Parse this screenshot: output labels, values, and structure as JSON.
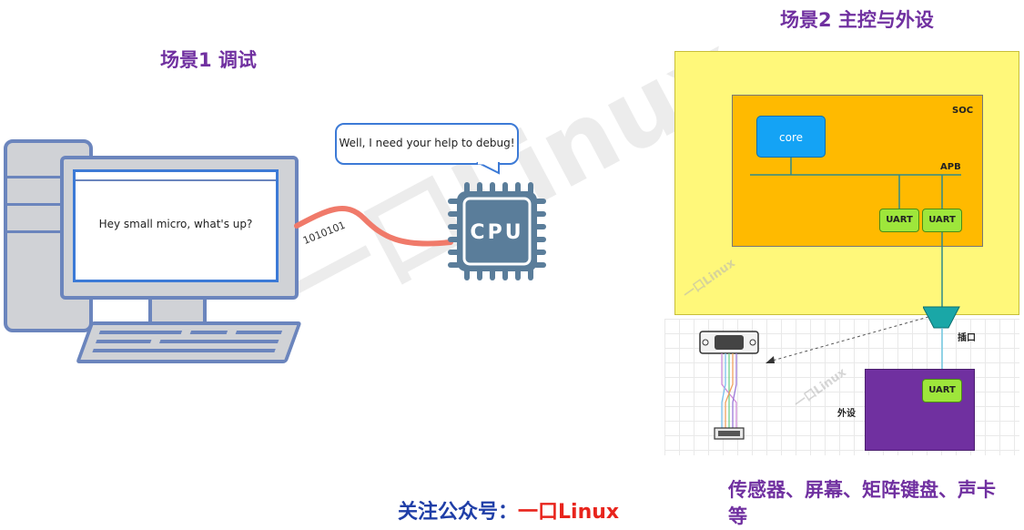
{
  "scene1": {
    "title": "场景1 调试",
    "screen_text": "Hey small micro, what's up?",
    "bubble_text": "Well, I need your help to debug!",
    "bits": "1010101",
    "cpu_label": "CPU"
  },
  "scene2": {
    "title": "场景2 主控与外设",
    "soc_label": "SOC",
    "core_label": "core",
    "apb_label": "APB",
    "uart_labels": [
      "UART",
      "UART",
      "UART"
    ],
    "plug_label": "插口",
    "peripheral_label": "外设",
    "peripherals_caption": "传感器、屏幕、矩阵键盘、声卡等"
  },
  "footer": {
    "label": "关注公众号：",
    "brand": "一口Linux"
  },
  "watermarks": [
    "一口Linux",
    "一口Linux",
    "一口Linux"
  ],
  "colors": {
    "title": "#7030a0",
    "cable": "#f07a6a",
    "cpu": "#5a7d9a",
    "board": "#fff87a",
    "soc": "#ffba00",
    "core": "#14a3f5",
    "uart": "#9ee63b",
    "peripheral": "#7030a0",
    "plug": "#1aa7a7"
  }
}
